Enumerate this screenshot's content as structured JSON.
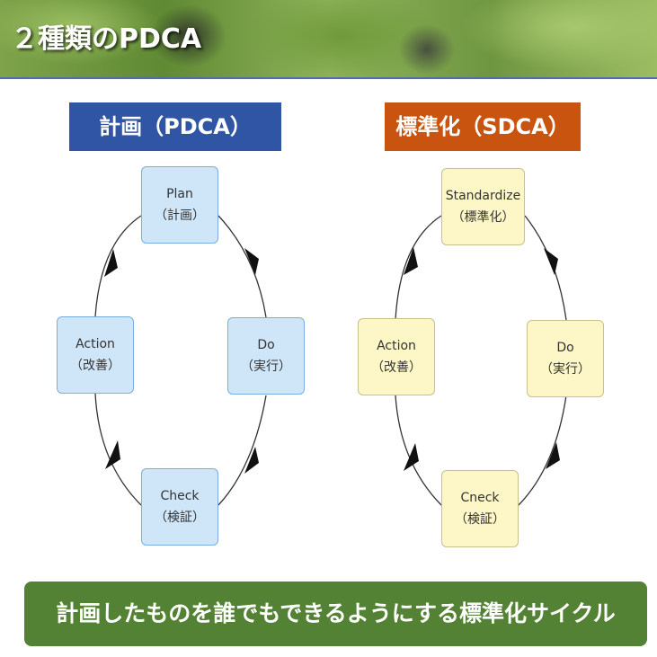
{
  "header": {
    "title": "２種類のPDCA"
  },
  "left": {
    "title": "計画（PDCA）",
    "nodes": {
      "top": {
        "label": "Plan",
        "sub": "（計画）"
      },
      "right": {
        "label": "Do",
        "sub": "（実行）"
      },
      "bottom": {
        "label": "Check",
        "sub": "（検証）"
      },
      "left": {
        "label": "Action",
        "sub": "（改善）"
      }
    }
  },
  "right": {
    "title": "標準化（SDCA）",
    "nodes": {
      "top": {
        "label": "Standardize",
        "sub": "（標準化）"
      },
      "right": {
        "label": "Do",
        "sub": "（実行）"
      },
      "bottom": {
        "label": "Cneck",
        "sub": "（検証）"
      },
      "left": {
        "label": "Action",
        "sub": "（改善）"
      }
    }
  },
  "banner": {
    "text": "計画したものを誰でもできるようにする標準化サイクル"
  },
  "colors": {
    "pdca_title": "#2f55a4",
    "sdca_title": "#c8540f",
    "pdca_node": "#cfe6f8",
    "sdca_node": "#fdf6c6",
    "banner": "#548235"
  }
}
